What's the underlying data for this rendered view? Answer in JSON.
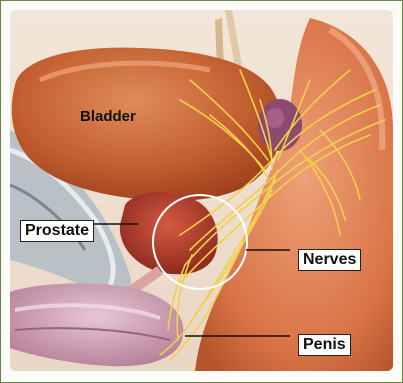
{
  "labels": {
    "bladder": "Bladder",
    "prostate": "Prostate",
    "nerves": "Nerves",
    "penis": "Penis"
  },
  "colors": {
    "bladder": "#c25a2a",
    "tissue": "#d97a4a",
    "nerves": "#f2d04a",
    "penis": "#c99ab0",
    "prostate": "#b53f2e",
    "bone": "#b9c1c6",
    "frame": "#6b7f4a"
  }
}
